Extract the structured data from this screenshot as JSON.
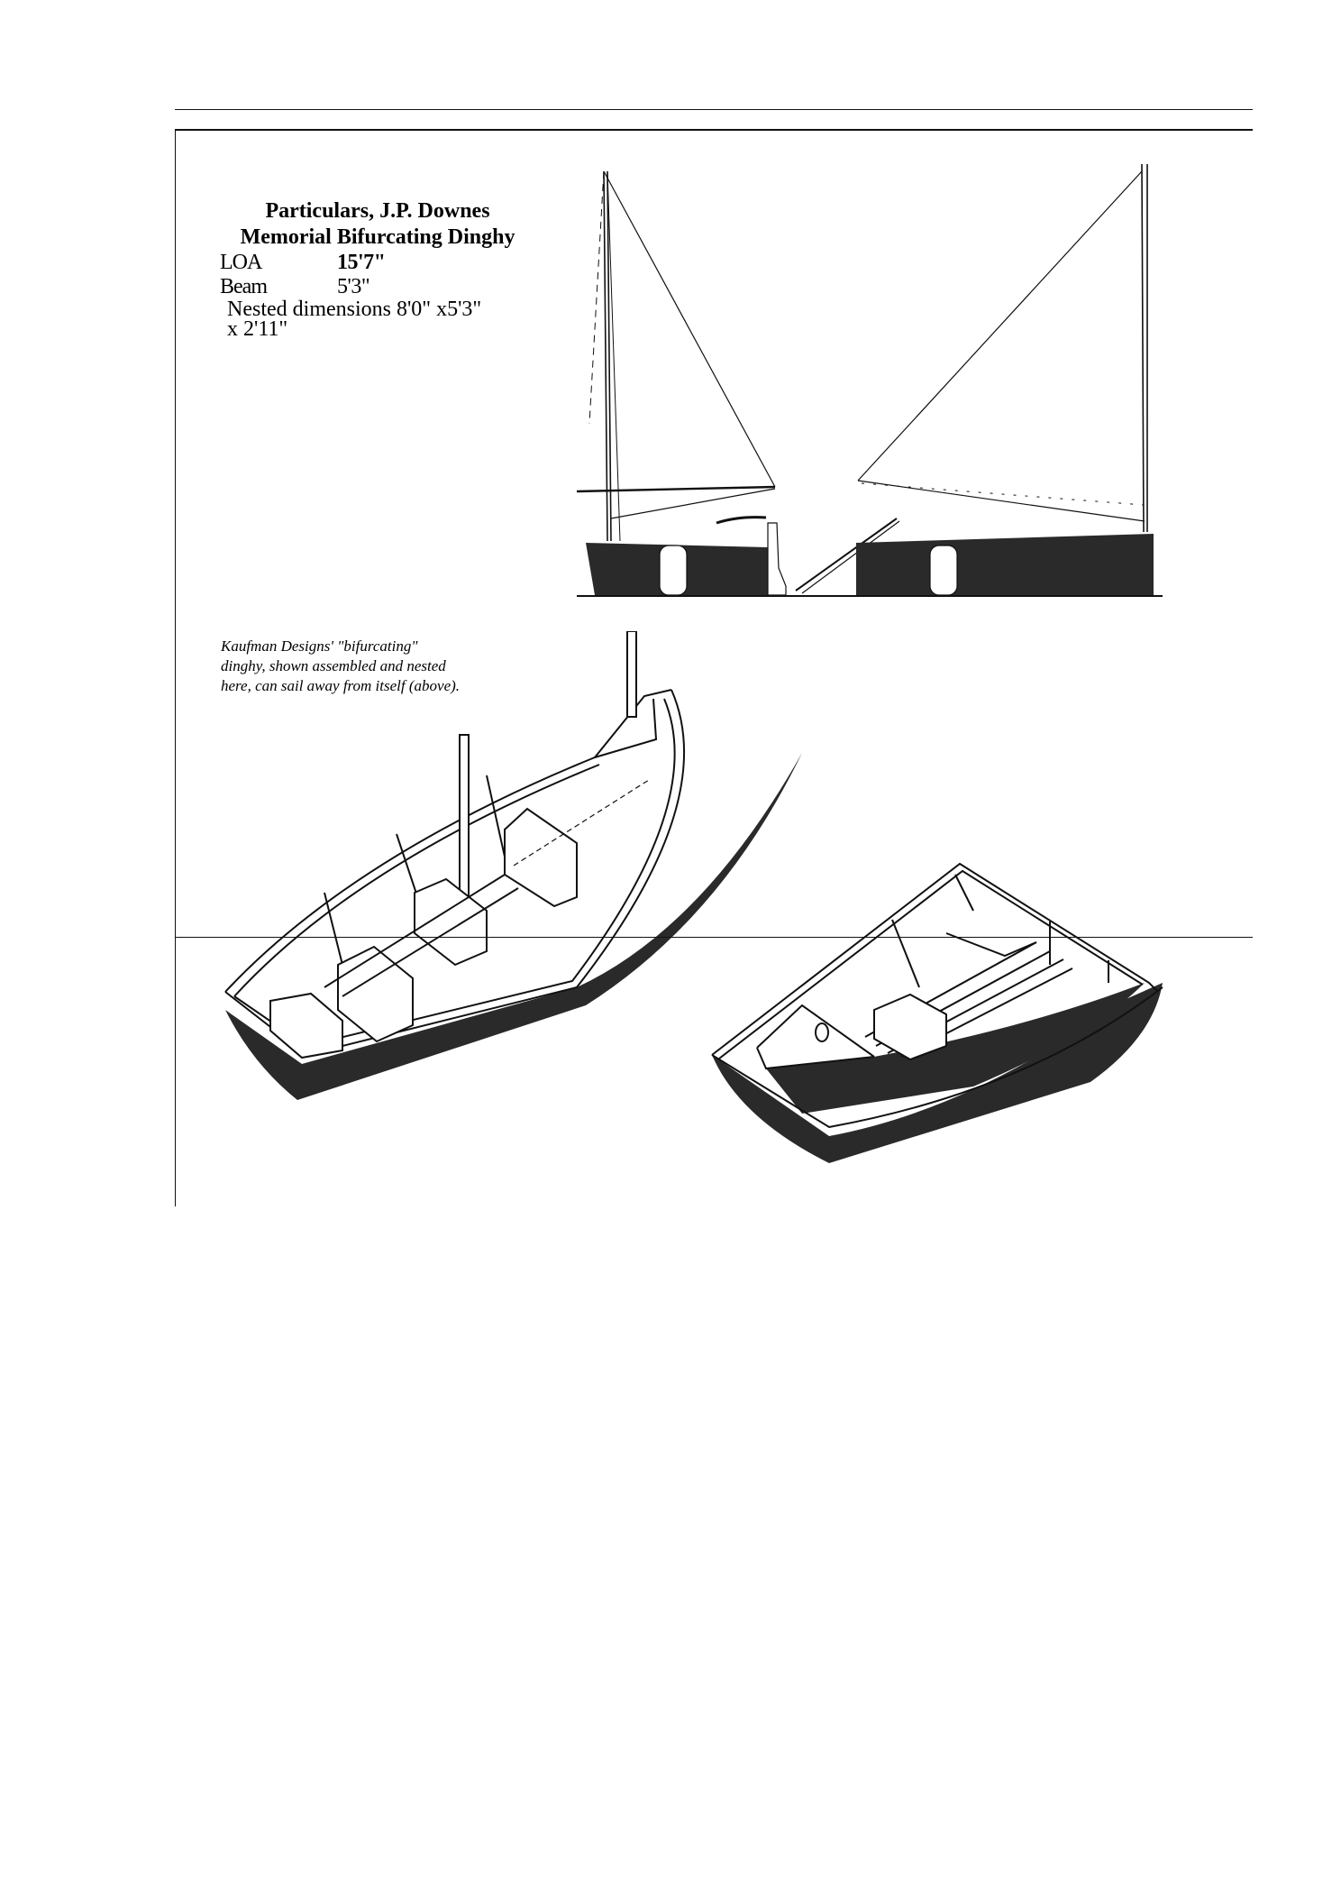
{
  "particulars": {
    "title_line1": "Particulars, J.P. Downes",
    "title_line2": "Memorial Bifurcating Dinghy",
    "rows": [
      {
        "label": "LOA",
        "value": "15'7\""
      },
      {
        "label": "Beam",
        "value": "5'3\""
      }
    ],
    "nested_line1": "Nested dimensions 8'0\" x5'3\"",
    "nested_line2": "x 2'11\""
  },
  "caption": {
    "line1": "Kaufman Designs' \"bifurcating\"",
    "line2": "dinghy, shown assembled and nested",
    "line3": "here, can sail away from itself (above)."
  },
  "illustrations": {
    "top": "sail-plan-two-halves",
    "bottom_left": "assembled-dinghy-perspective",
    "bottom_right": "nested-dinghy-perspective"
  },
  "colors": {
    "ink": "#111111",
    "hull": "#2a2a2a",
    "paper": "#ffffff"
  }
}
